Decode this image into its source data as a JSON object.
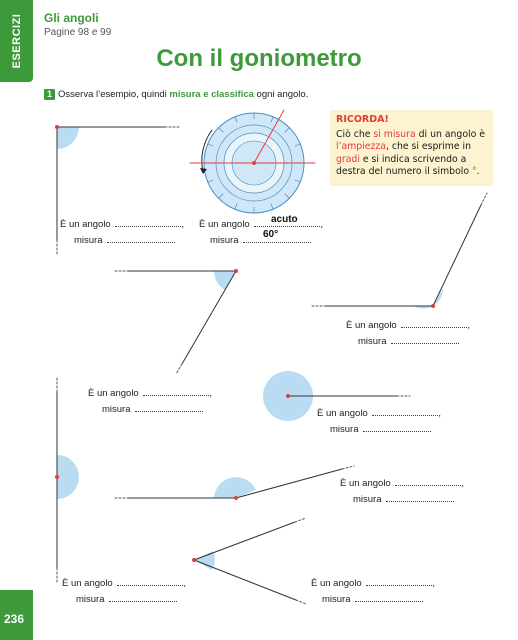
{
  "header": {
    "section_tab": "ESERCIZI",
    "title": "Gli angoli",
    "pages": "Pagine 98 e 99",
    "page_number": "236"
  },
  "main": {
    "title": "Con il goniometro",
    "exercise_number": "1",
    "instruction_pre": "Osserva l’esempio, quindi ",
    "instruction_bold": "misura e classifica",
    "instruction_post": " ogni angolo."
  },
  "ricorda": {
    "title": "RICORDA!",
    "t1": "Ciò che ",
    "t2": "si misura",
    "t3": " di un angolo è ",
    "t4": "l’ampiezza",
    "t5": ", che si esprime in ",
    "t6": "gradi",
    "t7": " e si indica scrivendo a destra del numero il simbolo ",
    "t8": "°",
    "t9": "."
  },
  "labels": {
    "angle": "È un angolo",
    "measure": "misura"
  },
  "example": {
    "type": "acuto",
    "measure": "60°"
  },
  "colors": {
    "accent": "#3d9a3a",
    "angle_fill": "#b9dcf3",
    "vertex": "#e23b3b"
  }
}
